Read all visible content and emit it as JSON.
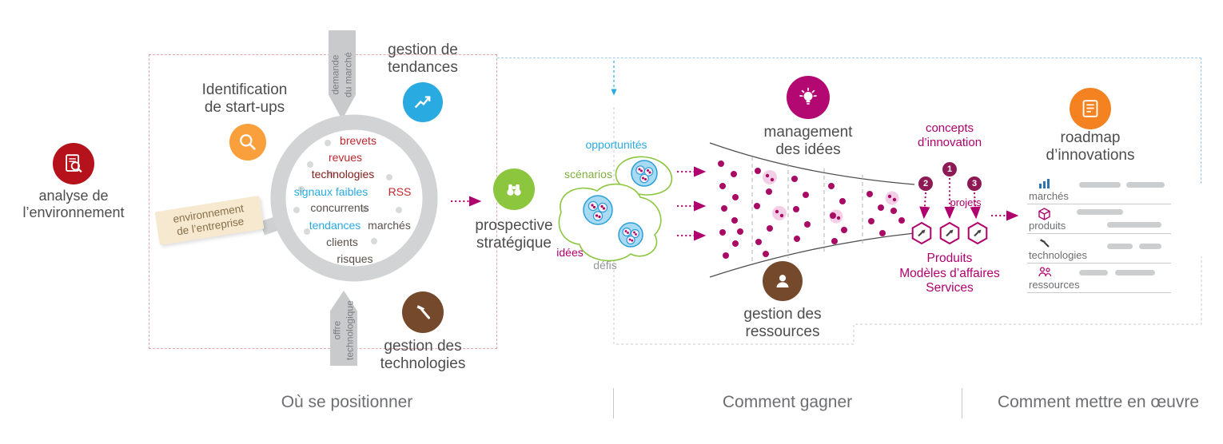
{
  "colors": {
    "red": "#b5121b",
    "orange_light": "#f9a03c",
    "orange": "#f58220",
    "blue": "#29abe2",
    "green": "#8cc63e",
    "magenta": "#b0006d",
    "magenta_dark": "#8e1a55",
    "brown": "#75492c",
    "gray_text": "#6d6e71",
    "dark_text": "#4d4d4f"
  },
  "icons": {
    "env_analysis": "document-search-icon",
    "startup_id": "search-icon",
    "trend_mgmt": "trend-up-icon",
    "tech_mgmt": "hammer-icon",
    "foresight": "binoculars-icon",
    "idea_mgmt": "lightbulb-icon",
    "resource_mgmt": "person-icon",
    "roadmap": "document-list-icon",
    "row_marches": "bar-chart-icon",
    "row_produits": "cube-icon",
    "row_technologies": "hammer-icon",
    "row_ressources": "people-icon"
  },
  "env_analysis": {
    "line1": "analyse de",
    "line2": "l’environnement"
  },
  "startup_id": {
    "line1": "Identification",
    "line2": "de start-ups"
  },
  "market_demand": {
    "line1": "demande",
    "line2": "du marché"
  },
  "trend_mgmt": {
    "line1": "gestion de",
    "line2": "tendances"
  },
  "tech_offer": {
    "line1": "offre",
    "line2": "technologique"
  },
  "tech_mgmt": {
    "line1": "gestion des",
    "line2": "technologies"
  },
  "env_ribbon": {
    "line1": "environnement",
    "line2": "de l’entreprise"
  },
  "magnifier_words": [
    "brevets",
    "revues",
    "technologies",
    "signaux faibles",
    "RSS",
    "concurrents",
    "tendances",
    "marchés",
    "clients",
    "risques"
  ],
  "foresight": {
    "line1": "prospective",
    "line2": "stratégique"
  },
  "blob_labels": {
    "opportunites": "opportunités",
    "scenarios": "scénarios",
    "idees": "idées",
    "defis": "défis"
  },
  "idea_mgmt": {
    "line1": "management",
    "line2": "des idées"
  },
  "resource_mgmt": {
    "line1": "gestion des",
    "line2": "ressources"
  },
  "concepts": {
    "line1": "concepts",
    "line2": "d’innovation",
    "badges": [
      "1",
      "2",
      "3"
    ],
    "projects_label": "projets",
    "outputs": [
      "Produits",
      "Modèles d’affaires",
      "Services"
    ]
  },
  "roadmap": {
    "line1": "roadmap",
    "line2": "d’innovations",
    "rows": [
      "marchés",
      "produits",
      "technologies",
      "ressources"
    ]
  },
  "sections": {
    "position": "Où se positionner",
    "win": "Comment gagner",
    "implement": "Comment mettre en œuvre"
  }
}
